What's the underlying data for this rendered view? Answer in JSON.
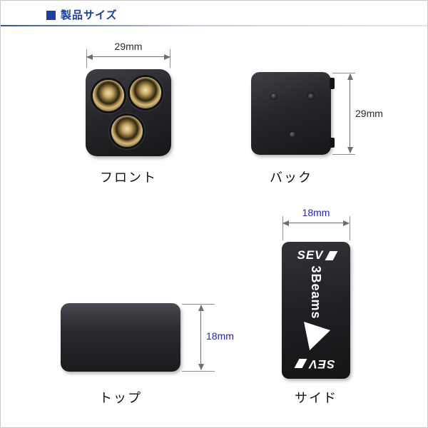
{
  "header": {
    "title": "製品サイズ"
  },
  "front": {
    "label": "フロント",
    "dimension": "29mm"
  },
  "back": {
    "label": "バック",
    "dimension": "29mm"
  },
  "top": {
    "label": "トップ",
    "dimension": "18mm"
  },
  "side": {
    "label": "サイド",
    "dimension": "18mm",
    "brand_top": "SEV",
    "model": "3Beams",
    "brand_bottom": "SEV"
  },
  "colors": {
    "accent_blue": "#1c3f9e",
    "dimension_blue": "#2626b4",
    "device_dark": "#232327",
    "button_gold": "#c7a96a",
    "background": "#ffffff"
  }
}
